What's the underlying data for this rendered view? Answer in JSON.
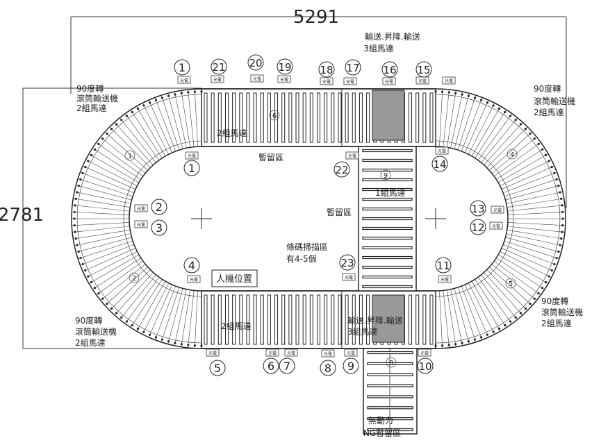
{
  "dimensions": {
    "width_label": "5291",
    "height_label": "2781"
  },
  "labels": {
    "transfer_lift_top": "輸送.昇降.輸送",
    "motors_3_top": "3組馬達",
    "turn_90": "90度轉",
    "roller_conveyor": "滾筒輸送機",
    "motors_2": "2組馬達",
    "motors_1": "1組馬達",
    "buffer_zone": "暫留區",
    "barcode_zone": "條碼掃描區",
    "barcode_count": "有4-5個",
    "hmi_position": "人機位置",
    "transfer_lift_bottom": "輸送.昇降.輸送",
    "motors_3_bottom": "3組馬達",
    "unpowered": "無動力",
    "ng_buffer": "NG暫留區",
    "sensor": "光電"
  },
  "stations": [
    "1",
    "21",
    "20",
    "19",
    "18",
    "17",
    "16",
    "15",
    "1",
    "22",
    "14",
    "2",
    "3",
    "13",
    "12",
    "4",
    "23",
    "11",
    "5",
    "6",
    "7",
    "8",
    "9",
    "10"
  ],
  "section_ids": [
    "6",
    "9",
    "8",
    "1",
    "2",
    "4",
    "5"
  ],
  "colors": {
    "line": "#222222",
    "text": "#222222",
    "background": "#ffffff",
    "lift": "#888888"
  }
}
